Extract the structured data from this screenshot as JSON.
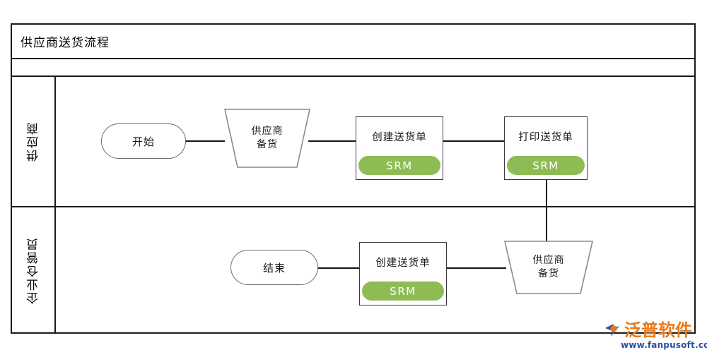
{
  "diagram": {
    "type": "flowchart",
    "title": "供应商送货流程",
    "lanes": [
      {
        "id": "lane-supplier",
        "label": "供应商"
      },
      {
        "id": "lane-warehouse",
        "label": "企业仓管员"
      }
    ],
    "nodes": [
      {
        "id": "start",
        "shape": "terminator",
        "label": "开始",
        "lane": "lane-supplier"
      },
      {
        "id": "prep-1",
        "shape": "trapezoid",
        "label_line1": "供应商",
        "label_line2": "备货",
        "lane": "lane-supplier"
      },
      {
        "id": "create-note-1",
        "shape": "task",
        "label": "创建送货单",
        "badge": "SRM",
        "lane": "lane-supplier"
      },
      {
        "id": "print-note",
        "shape": "task",
        "label": "打印送货单",
        "badge": "SRM",
        "lane": "lane-supplier"
      },
      {
        "id": "prep-2",
        "shape": "trapezoid",
        "label_line1": "供应商",
        "label_line2": "备货",
        "lane": "lane-warehouse"
      },
      {
        "id": "create-note-2",
        "shape": "task",
        "label": "创建送货单",
        "badge": "SRM",
        "lane": "lane-warehouse"
      },
      {
        "id": "end",
        "shape": "terminator",
        "label": "结束",
        "lane": "lane-warehouse"
      }
    ],
    "edges": [
      {
        "from": "start",
        "to": "prep-1"
      },
      {
        "from": "prep-1",
        "to": "create-note-1"
      },
      {
        "from": "create-note-1",
        "to": "print-note"
      },
      {
        "from": "print-note",
        "to": "prep-2"
      },
      {
        "from": "prep-2",
        "to": "create-note-2"
      },
      {
        "from": "create-note-2",
        "to": "end"
      }
    ],
    "colors": {
      "badge_green": "#8fbb54",
      "frame_black": "#1a1a1a",
      "shape_outline": "#6b6b6b",
      "connector": "#141414"
    }
  },
  "watermark": {
    "brand": "泛普软件",
    "url": "www.fanpusoft.com",
    "brand_color": "#e8791d",
    "url_color": "#2f4fa0"
  }
}
